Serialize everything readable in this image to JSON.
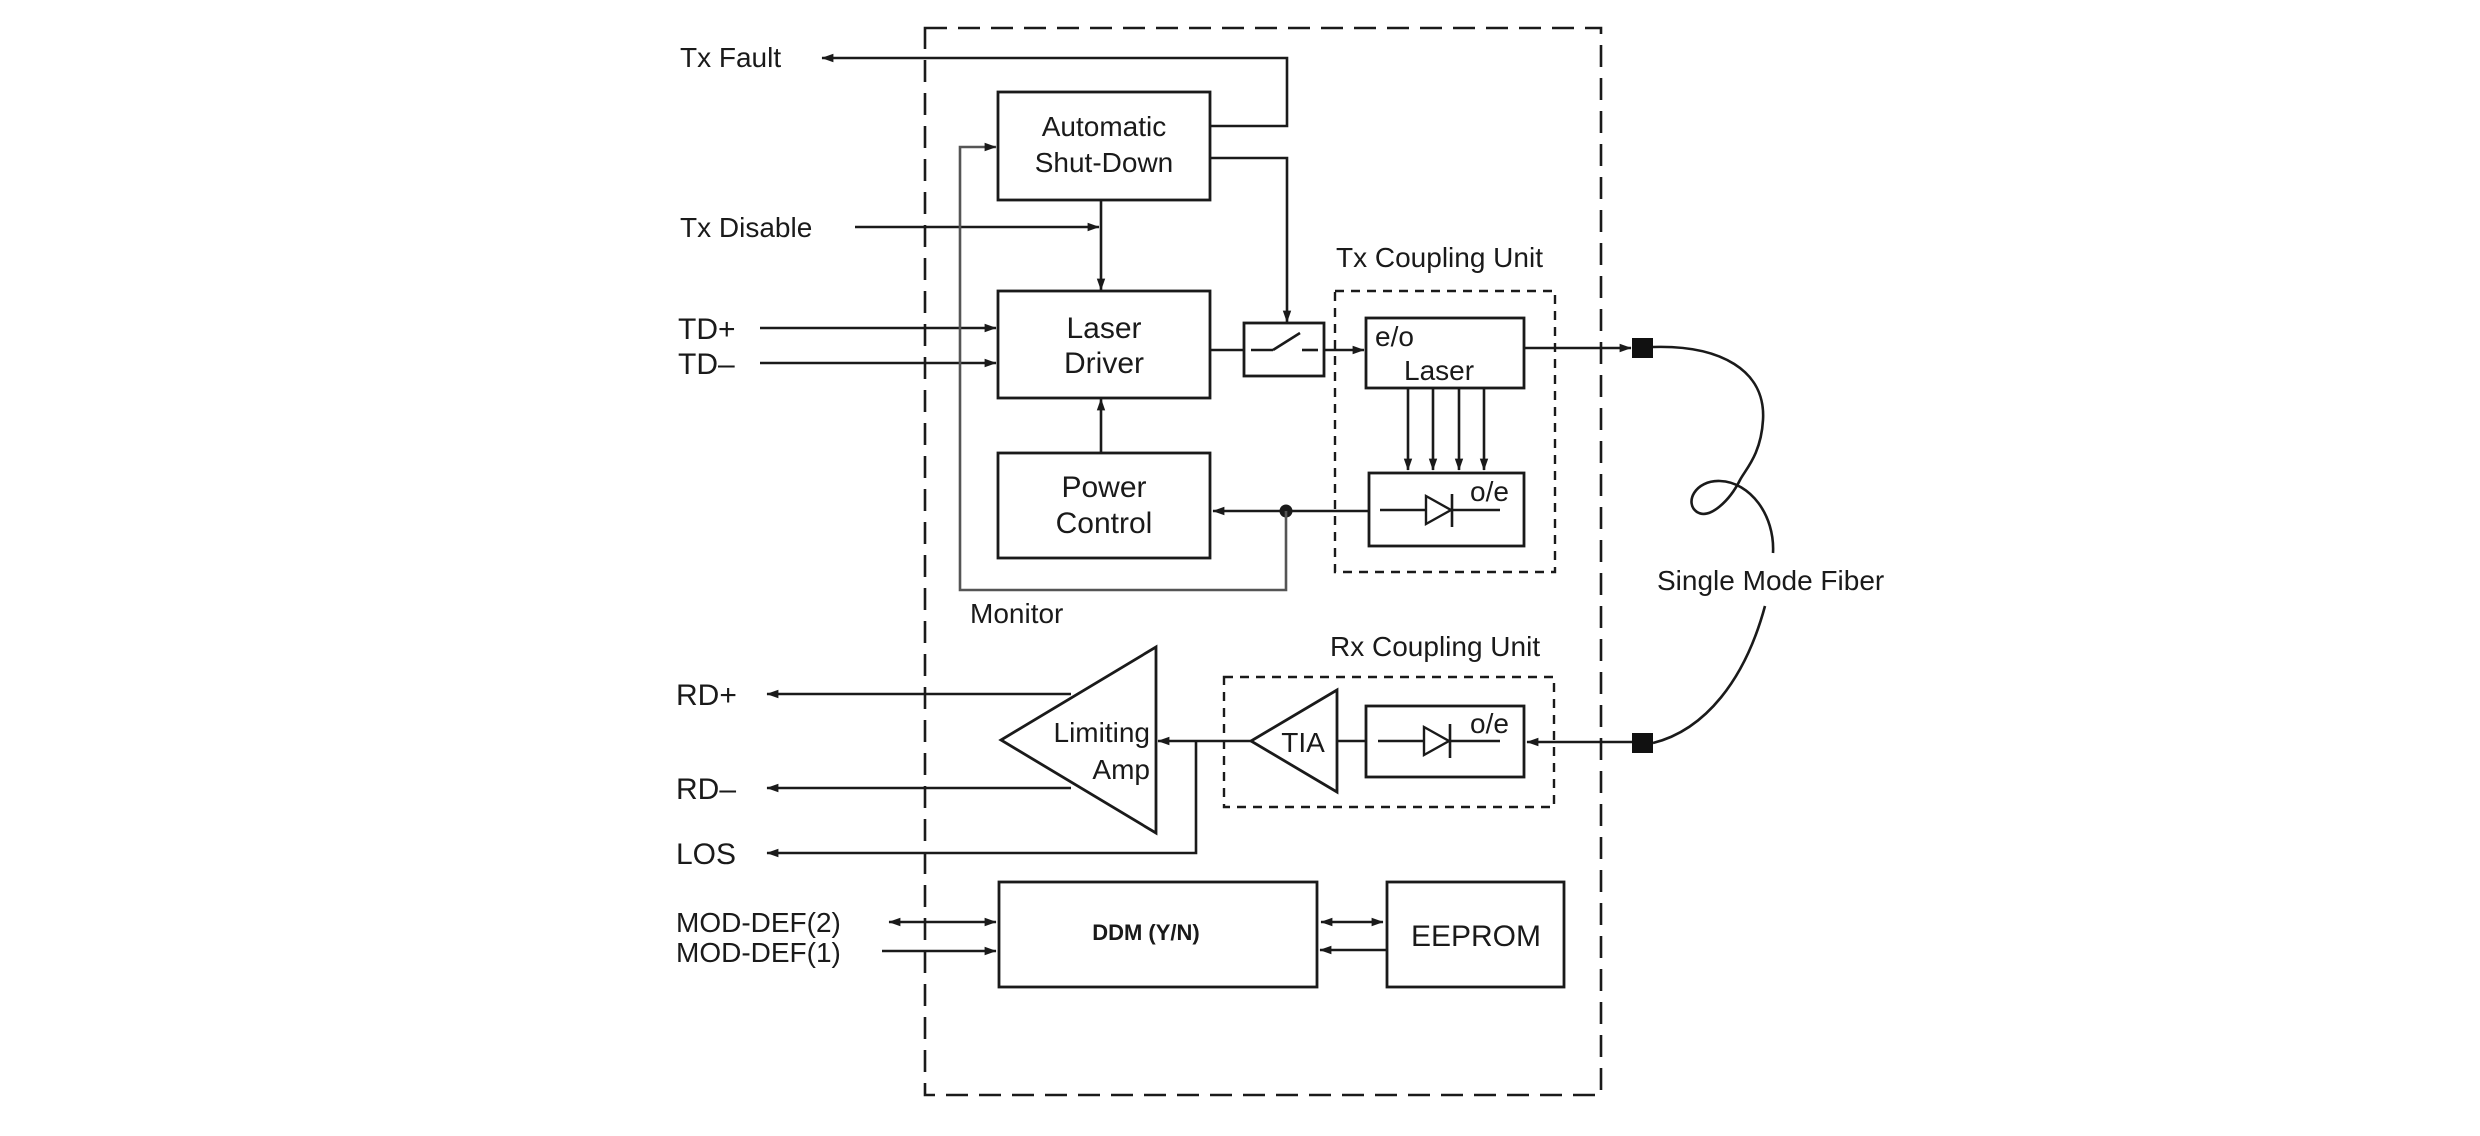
{
  "title": "SFP Transceiver Block Diagram",
  "external_signals": {
    "tx_fault": "Tx Fault",
    "tx_disable": "Tx Disable",
    "td_plus": "TD+",
    "td_minus": "TD–",
    "rd_plus": "RD+",
    "rd_minus": "RD–",
    "los": "LOS",
    "mod_def_2": "MOD-DEF(2)",
    "mod_def_1": "MOD-DEF(1)"
  },
  "blocks": {
    "auto_shutdown": [
      "Automatic",
      "Shut-Down"
    ],
    "laser_driver": [
      "Laser",
      "Driver"
    ],
    "power_control": [
      "Power",
      "Control"
    ],
    "limiting_amp": [
      "Limiting",
      "Amp"
    ],
    "tia": "TIA",
    "ddm": "DDM (Y/N)",
    "eeprom": "EEPROM",
    "eo_laser_tag": "e/o",
    "eo_laser_name": "Laser",
    "tx_photodiode_tag": "o/e",
    "rx_photodiode_tag": "o/e"
  },
  "groups": {
    "tx_coupling_unit": "Tx Coupling Unit",
    "rx_coupling_unit": "Rx Coupling Unit"
  },
  "annotations": {
    "monitor": "Monitor",
    "fiber": "Single Mode Fiber"
  },
  "colors": {
    "stroke": "#1a1a1a",
    "background": "#ffffff"
  }
}
